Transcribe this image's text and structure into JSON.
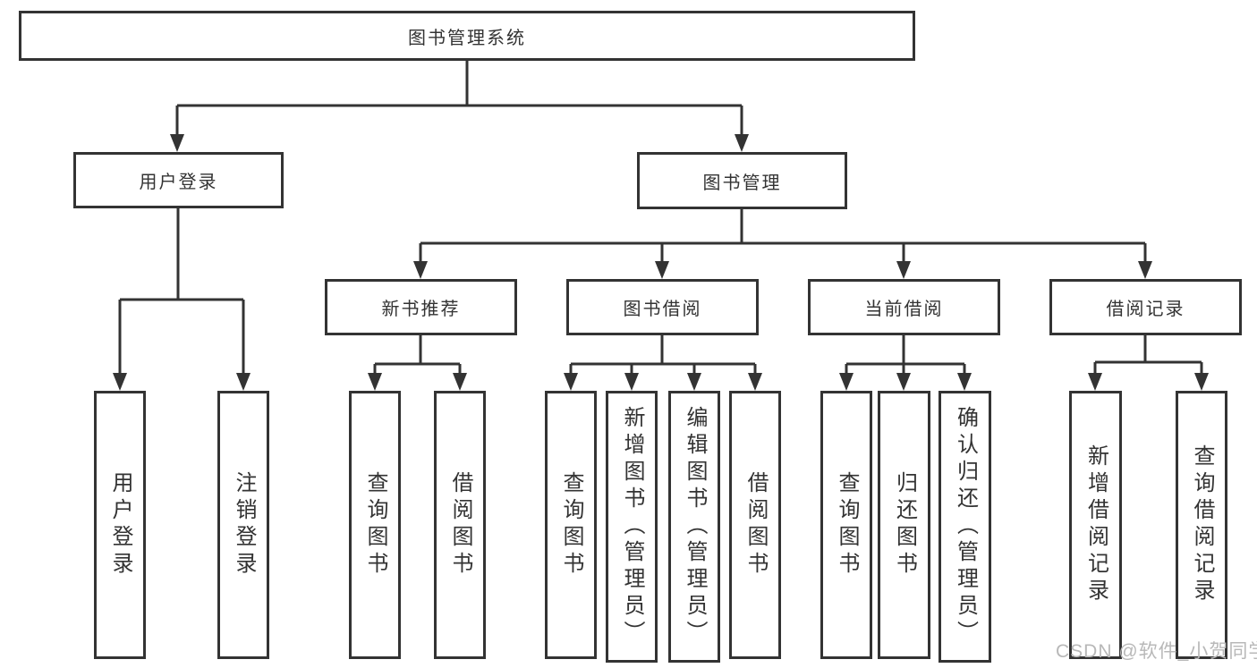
{
  "title": "图书管理系统",
  "watermark": "CSDN @软件_小贺同学",
  "colors": {
    "line": "#333333",
    "text": "#333333",
    "box_background": "#ffffff",
    "page_background": "#ffffff",
    "watermark": "#b8b8b8"
  },
  "tree": {
    "root": {
      "label": "图书管理系统",
      "children": [
        {
          "label": "用户登录",
          "children": [
            {
              "label": "用户登录"
            },
            {
              "label": "注销登录"
            }
          ]
        },
        {
          "label": "图书管理",
          "children": [
            {
              "label": "新书推荐",
              "children": [
                {
                  "label": "查询图书"
                },
                {
                  "label": "借阅图书"
                }
              ]
            },
            {
              "label": "图书借阅",
              "children": [
                {
                  "label": "查询图书"
                },
                {
                  "label": "新增图书（管理员）"
                },
                {
                  "label": "编辑图书（管理员）"
                },
                {
                  "label": "借阅图书"
                }
              ]
            },
            {
              "label": "当前借阅",
              "children": [
                {
                  "label": "查询图书"
                },
                {
                  "label": "归还图书"
                },
                {
                  "label": "确认归还（管理员）"
                }
              ]
            },
            {
              "label": "借阅记录",
              "children": [
                {
                  "label": "新增借阅记录"
                },
                {
                  "label": "查询借阅记录"
                }
              ]
            }
          ]
        }
      ]
    }
  }
}
